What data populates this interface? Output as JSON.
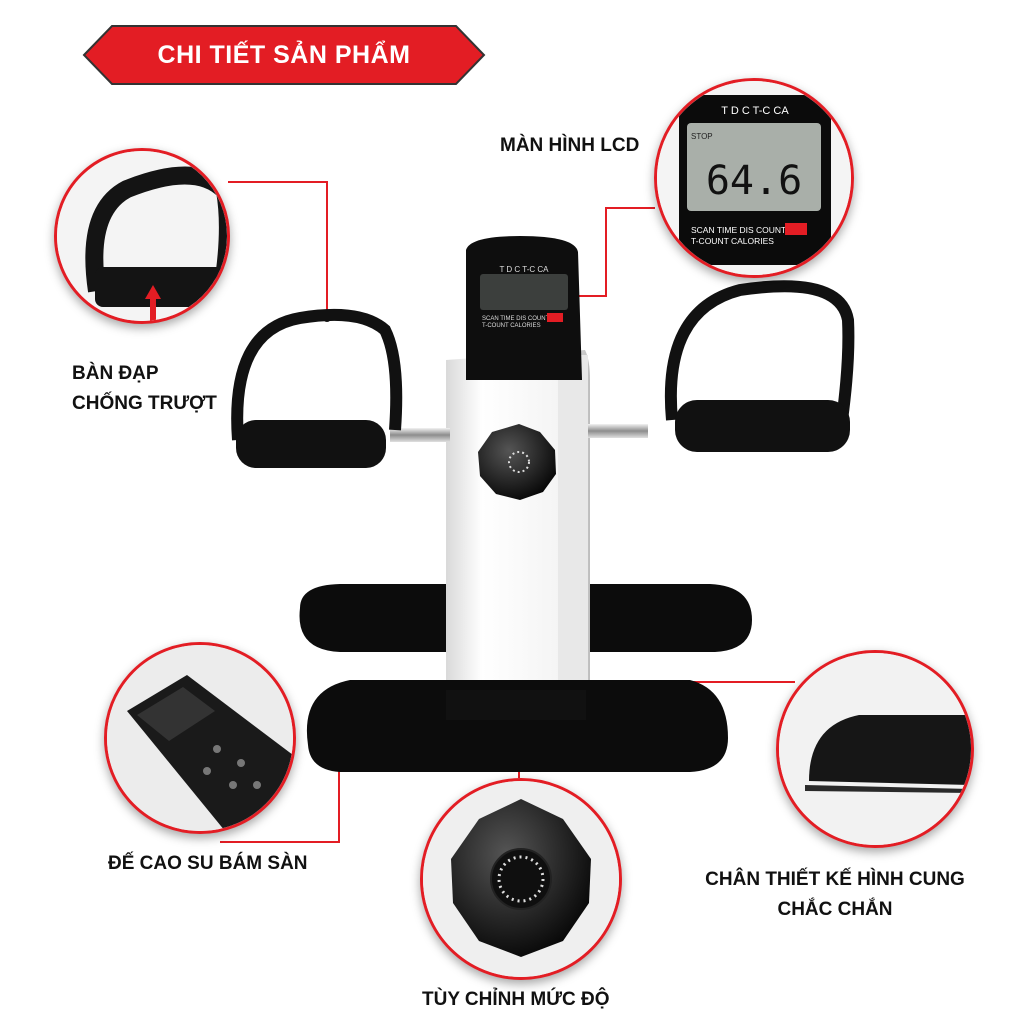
{
  "banner": {
    "title": "CHI TIẾT SẢN PHẨM",
    "color": "#e31d24"
  },
  "callouts": {
    "lcd": "MÀN HÌNH LCD",
    "pedal_line1": "BÀN ĐẠP",
    "pedal_line2": "CHỐNG TRƯỢT",
    "rubber_feet": "ĐẾ CAO SU BÁM SÀN",
    "arc_leg_line1": "CHÂN THIẾT KẾ HÌNH CUNG",
    "arc_leg_line2": "CHẮC CHẮN",
    "knob": "TÙY CHỈNH MỨC ĐỘ"
  },
  "lcd_zoom": {
    "header": "T D C T-C CA",
    "stop": "STOP",
    "reading": "64.6",
    "mode_line1": "SCAN TIME DIS COUNT",
    "mode_line2": "T-COUNT CALORIES"
  },
  "lcd_small": {
    "header": "T D C T-C CA",
    "mode_line1": "SCAN TIME DIS COUNT",
    "mode_line2": "T-COUNT CALORIES"
  },
  "colors": {
    "accent": "#e31d24",
    "body": "#ffffff",
    "frame": "#111111"
  }
}
